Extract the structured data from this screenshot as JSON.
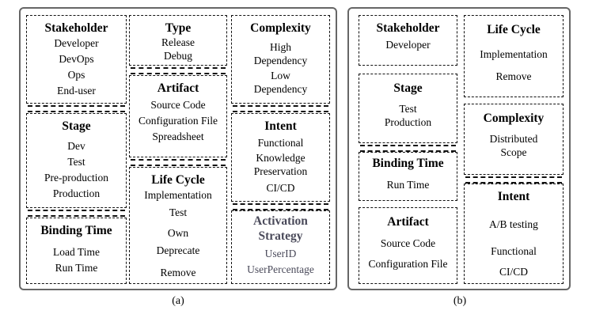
{
  "caption_a": "(a)",
  "caption_b": "(b)",
  "a": {
    "stakeholder": {
      "title": "Stakeholder",
      "items": [
        "Developer",
        "DevOps",
        "Ops",
        "End-user"
      ]
    },
    "stage": {
      "title": "Stage",
      "items": [
        "Dev",
        "Test",
        "Pre-production",
        "Production"
      ]
    },
    "binding": {
      "title": "Binding Time",
      "items": [
        "Load Time",
        "Run Time"
      ]
    },
    "type": {
      "title": "Type",
      "items": [
        "Release",
        "Debug"
      ]
    },
    "artifact": {
      "title": "Artifact",
      "items": [
        "Source Code",
        "Configuration File",
        "Spreadsheet"
      ]
    },
    "lifecycle": {
      "title": "Life Cycle",
      "items": [
        "Implementation",
        "Test",
        "Own",
        "Deprecate",
        "Remove"
      ]
    },
    "complexity": {
      "title": "Complexity",
      "items": [
        "High",
        "Dependency",
        "Low",
        "Dependency"
      ]
    },
    "intent": {
      "title": "Intent",
      "items": [
        "Functional",
        "Knowledge",
        "Preservation",
        "CI/CD"
      ]
    },
    "activation": {
      "title": "Activation",
      "title2": "Strategy",
      "items": [
        "UserID",
        "UserPercentage"
      ]
    }
  },
  "b": {
    "stakeholder": {
      "title": "Stakeholder",
      "items": [
        "Developer"
      ]
    },
    "stage": {
      "title": "Stage",
      "items": [
        "Test",
        "Production"
      ]
    },
    "binding": {
      "title": "Binding Time",
      "items": [
        "Run Time"
      ]
    },
    "artifact": {
      "title": "Artifact",
      "items": [
        "Source Code",
        "Configuration File"
      ]
    },
    "lifecycle": {
      "title": "Life Cycle",
      "items": [
        "Implementation",
        "Remove"
      ]
    },
    "complexity": {
      "title": "Complexity",
      "items": [
        "Distributed",
        "Scope"
      ]
    },
    "intent": {
      "title": "Intent",
      "items": [
        "A/B testing",
        "Functional",
        "CI/CD"
      ]
    }
  }
}
